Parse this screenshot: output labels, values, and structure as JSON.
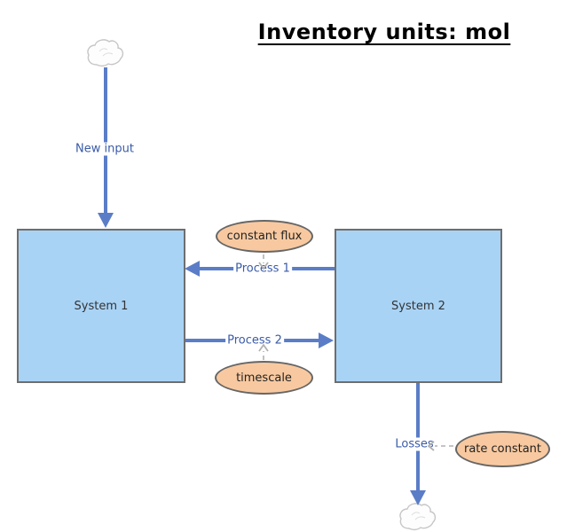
{
  "title": "Inventory units: mol",
  "systems": [
    {
      "label": "System 1"
    },
    {
      "label": "System 2"
    }
  ],
  "flows": {
    "new_input": {
      "label": "New input"
    },
    "process_1": {
      "label": "Process 1"
    },
    "process_2": {
      "label": "Process 2"
    },
    "losses": {
      "label": "Losses"
    }
  },
  "parameters": {
    "constant_flux": {
      "label": "constant flux"
    },
    "timescale": {
      "label": "timescale"
    },
    "rate_constant": {
      "label": "rate constant"
    }
  },
  "icons": {
    "source": "cloud-icon",
    "sink": "cloud-icon"
  },
  "colors": {
    "title": "#000000",
    "arrow": "#5b7dc7",
    "flow_label": "#3a5ba8",
    "system_fill": "#a9d3f5",
    "system_border": "#6e6e6e",
    "system_text": "#333333",
    "parameter_fill": "#f8c9a0",
    "parameter_border": "#666666",
    "parameter_text": "#222222",
    "connector": "#b0b0b0",
    "cloud_fill": "#fdfdfd",
    "cloud_stroke": "#c6c6c6"
  }
}
